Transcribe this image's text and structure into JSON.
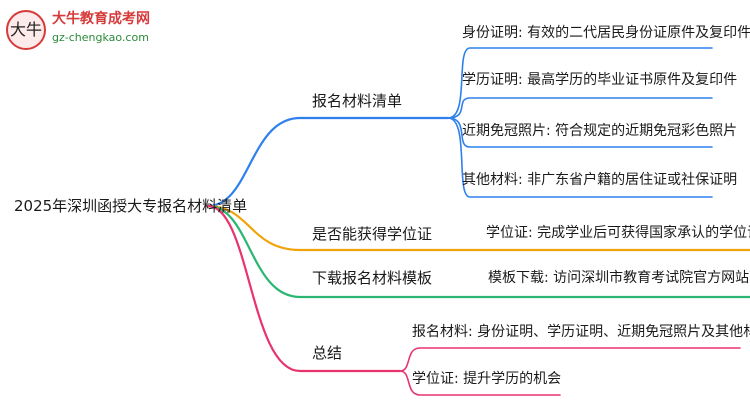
{
  "logo": {
    "mark": "大牛",
    "title": "大牛教育成考网",
    "url": "gz-chengkao.com"
  },
  "mindmap": {
    "root": "2025年深圳函授大专报名材料清单",
    "branches": [
      {
        "label": "报名材料清单",
        "color": "#2f80ed",
        "leaves": [
          "身份证明: 有效的二代居民身份证原件及复印件",
          "学历证明: 最高学历的毕业证书原件及复印件",
          "近期免冠照片: 符合规定的近期免冠彩色照片",
          "其他材料: 非广东省户籍的居住证或社保证明"
        ]
      },
      {
        "label": "是否能获得学位证",
        "color": "#f0a30a",
        "leaves": [
          "学位证: 完成学业后可获得国家承认的学位证书"
        ]
      },
      {
        "label": "下载报名材料模板",
        "color": "#2bb673",
        "leaves": [
          "模板下载: 访问深圳市教育考试院官方网站下载"
        ]
      },
      {
        "label": "总结",
        "color": "#e8336d",
        "leaves": [
          "报名材料: 身份证明、学历证明、近期免冠照片及其他材料",
          "学位证: 提升学历的机会"
        ]
      }
    ]
  }
}
